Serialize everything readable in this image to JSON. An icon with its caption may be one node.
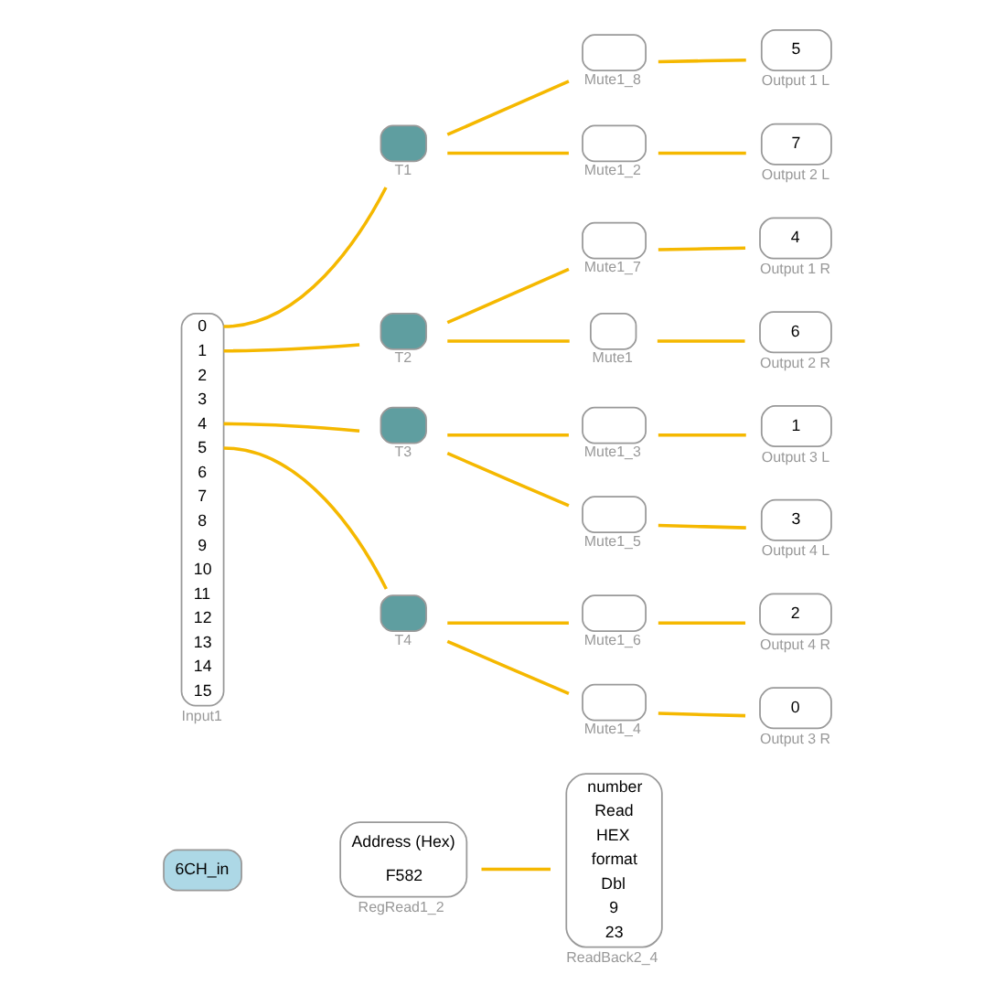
{
  "diagram": {
    "nodes": [
      {
        "text": [
          "6CH_in"
        ]
      },
      {
        "text": [
          "Address (Hex)",
          "F582"
        ],
        "beside": [
          "RegRead1_2"
        ]
      },
      {
        "text": [
          "number",
          "Read",
          "HEX",
          "format",
          "Dbl",
          "9",
          "23"
        ],
        "beside": [
          "ReadBack2_4"
        ]
      },
      {
        "text": [],
        "shape": "box",
        "beside": [
          "Mute1_8"
        ]
      },
      {
        "text": [
          "5"
        ],
        "beside": [
          "Output 1 L"
        ]
      },
      {
        "text": [],
        "shape": "box",
        "beside": [
          "Mute1_2"
        ]
      },
      {
        "text": [
          "7"
        ],
        "beside": [
          "Output 2 L"
        ]
      },
      {
        "text": [
          "0",
          "1",
          "2",
          "3",
          "4",
          "5",
          "6",
          "7",
          "8",
          "9",
          "10",
          "11",
          "12",
          "13",
          "14",
          "15"
        ],
        "beside": [
          "Input1"
        ]
      },
      {
        "text": [],
        "shape": "box",
        "beside": [
          "T1"
        ]
      },
      {
        "text": [],
        "shape": "box",
        "beside": [
          "Mute1_7"
        ]
      },
      {
        "text": [
          "4"
        ],
        "beside": [
          "Output 1 R"
        ]
      },
      {
        "text": [],
        "shape": "box",
        "beside": [
          "T2"
        ]
      },
      {
        "text": [],
        "shape": "box",
        "beside": [
          "Mute1"
        ]
      },
      {
        "text": [
          "6"
        ],
        "beside": [
          "Output 2 R"
        ]
      },
      {
        "text": [],
        "shape": "box",
        "beside": [
          "Mute1_3"
        ]
      },
      {
        "text": [
          "1"
        ],
        "beside": [
          "Output 3 L"
        ]
      },
      {
        "text": [],
        "shape": "box",
        "beside": [
          "T3"
        ]
      },
      {
        "text": [],
        "shape": "box",
        "beside": [
          "Mute1_5"
        ]
      },
      {
        "text": [
          "3"
        ],
        "beside": [
          "Output 4 L"
        ]
      },
      {
        "text": [],
        "shape": "box",
        "beside": [
          "T4"
        ]
      },
      {
        "text": [],
        "shape": "box",
        "beside": [
          "Mute1_6"
        ]
      },
      {
        "text": [
          "2"
        ],
        "beside": [
          "Output 4 R"
        ]
      },
      {
        "text": [],
        "shape": "box",
        "beside": [
          "Mute1_4"
        ]
      },
      {
        "text": [
          "0"
        ],
        "beside": [
          "Output 3 R"
        ]
      }
    ],
    "edges": [
      {
        "from": 1,
        "to": 2,
        "arrow": "none"
      },
      {
        "from": 7,
        "to": 8,
        "arrow": "none"
      },
      {
        "from": 7,
        "to": 11,
        "arrow": "none"
      },
      {
        "from": 7,
        "to": 16,
        "arrow": "none"
      },
      {
        "from": 7,
        "to": 19,
        "arrow": "none"
      },
      {
        "from": 8,
        "to": 3,
        "arrow": "none"
      },
      {
        "from": 8,
        "to": 5,
        "arrow": "none"
      },
      {
        "from": 11,
        "to": 9,
        "arrow": "none"
      },
      {
        "from": 11,
        "to": 12,
        "arrow": "none"
      },
      {
        "from": 16,
        "to": 14,
        "arrow": "none"
      },
      {
        "from": 16,
        "to": 17,
        "arrow": "none"
      },
      {
        "from": 19,
        "to": 20,
        "arrow": "none"
      },
      {
        "from": 19,
        "to": 22,
        "arrow": "none"
      },
      {
        "from": 3,
        "to": 4,
        "arrow": "none"
      },
      {
        "from": 5,
        "to": 6,
        "arrow": "none"
      },
      {
        "from": 9,
        "to": 10,
        "arrow": "none"
      },
      {
        "from": 12,
        "to": 13,
        "arrow": "none"
      },
      {
        "from": 14,
        "to": 15,
        "arrow": "none"
      },
      {
        "from": 17,
        "to": 18,
        "arrow": "none"
      },
      {
        "from": 20,
        "to": 21,
        "arrow": "none"
      },
      {
        "from": 22,
        "to": 23,
        "arrow": "none"
      }
    ]
  }
}
